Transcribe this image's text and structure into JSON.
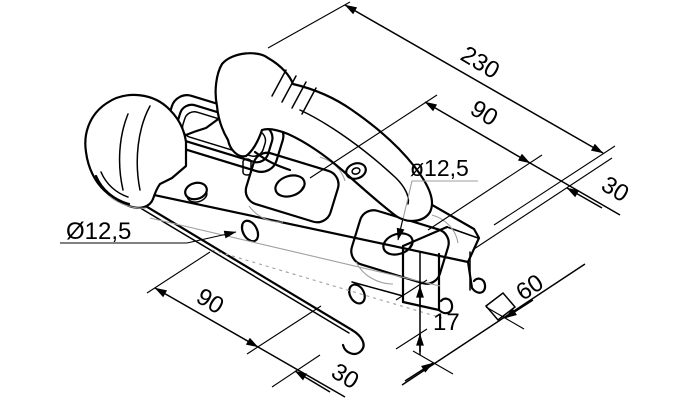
{
  "page": {
    "background": "#ffffff"
  },
  "drawing": {
    "subject": "trailer-coupling-hitch-isometric-drawing",
    "stroke_color": "#000000",
    "hidden_line_color": "#9f9f9f",
    "dims": {
      "overall_length": "230",
      "top_hole_pitch": "90",
      "top_hole_dia": "ø12,5",
      "top_edge_offset": "30",
      "front_hole_dia": "Ø12,5",
      "front_hole_pitch": "90",
      "front_edge_offset": "30",
      "channel_height": "17",
      "square_size": "60"
    }
  }
}
